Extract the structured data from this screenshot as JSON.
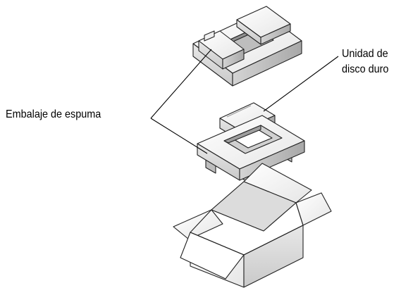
{
  "labels": {
    "foam": "Embalaje de espuma",
    "drive_line1": "Unidad de",
    "drive_line2": "disco duro"
  },
  "colors": {
    "outline": "#222222",
    "light": "#f4f4f4",
    "mid": "#d9d9d9",
    "dark": "#b5b5b5",
    "box_inside": "#dcdcdc"
  }
}
